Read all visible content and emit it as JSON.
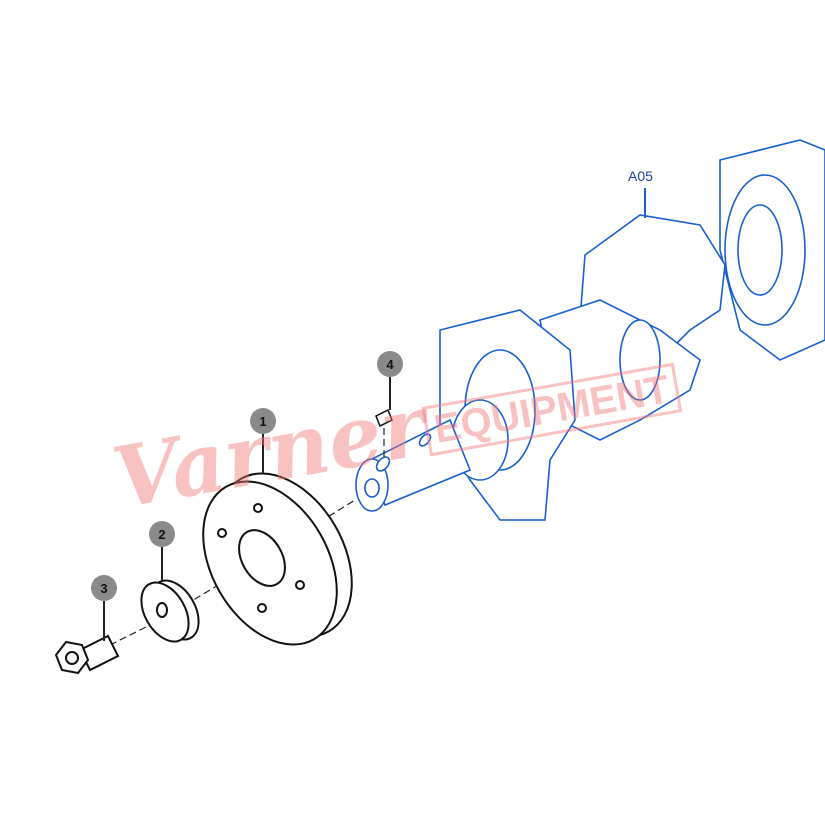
{
  "callouts": {
    "c1": "1",
    "c2": "2",
    "c3": "3",
    "c4": "4"
  },
  "assembly_label": "A05",
  "watermark": {
    "script": "Varner",
    "block": "EQUIPMENT"
  },
  "colors": {
    "crankshaft": "#1a5fd0",
    "parts": "#111111",
    "callout": "#8a8a8a",
    "watermark": "#f07878"
  }
}
